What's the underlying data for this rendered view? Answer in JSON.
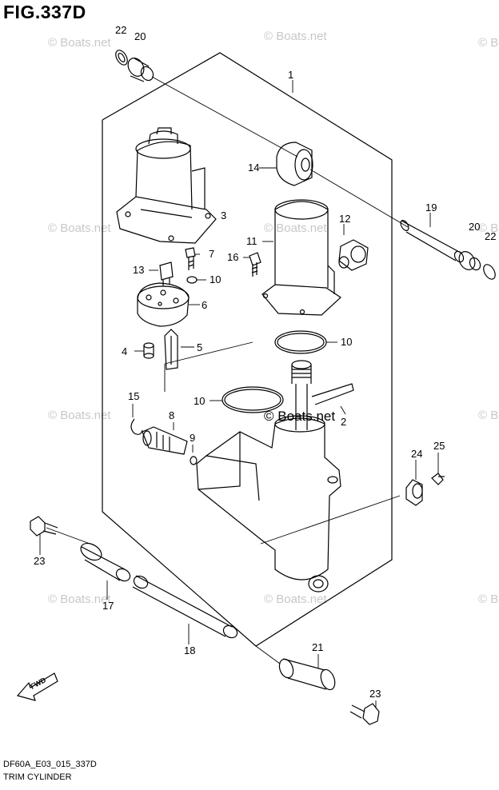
{
  "figure": {
    "title": "FIG.337D"
  },
  "footer": {
    "code": "DF60A_E03_015_337D",
    "name": "TRIM CYLINDER"
  },
  "watermark": {
    "text": "© Boats.net"
  },
  "fwd_arrow": {
    "label": "FWD"
  },
  "part_labels": [
    "1",
    "2",
    "3",
    "4",
    "5",
    "6",
    "7",
    "8",
    "9",
    "10",
    "10",
    "10",
    "11",
    "12",
    "13",
    "14",
    "15",
    "16",
    "17",
    "18",
    "19",
    "20",
    "20",
    "21",
    "22",
    "22",
    "23",
    "23",
    "24",
    "25"
  ]
}
